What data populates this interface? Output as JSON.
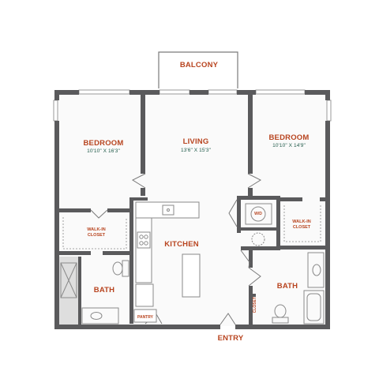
{
  "plan": {
    "rooms": {
      "balcony": "BALCONY",
      "living": {
        "name": "LIVING",
        "dims": "13'6\" X 15'3\""
      },
      "bedroom_left": {
        "name": "BEDROOM",
        "dims": "10'10\" X 16'3\""
      },
      "bedroom_right": {
        "name": "BEDROOM",
        "dims": "10'10\" X 14'9\""
      },
      "kitchen": "KITCHEN",
      "walkin_left": [
        "WALK-IN",
        "CLOSET"
      ],
      "walkin_right": [
        "WALK-IN",
        "CLOSET"
      ],
      "bath_left": "BATH",
      "bath_right": "BATH",
      "pantry": "PANTRY",
      "closet": "CLOSET",
      "wd": "W/D",
      "entry": "ENTRY"
    },
    "colors": {
      "wall": "#5a5a5c",
      "label": "#b8441f",
      "dimension": "#1f5a49",
      "fixture": "#9a9a9a",
      "floor": "#f4f4f4"
    }
  }
}
